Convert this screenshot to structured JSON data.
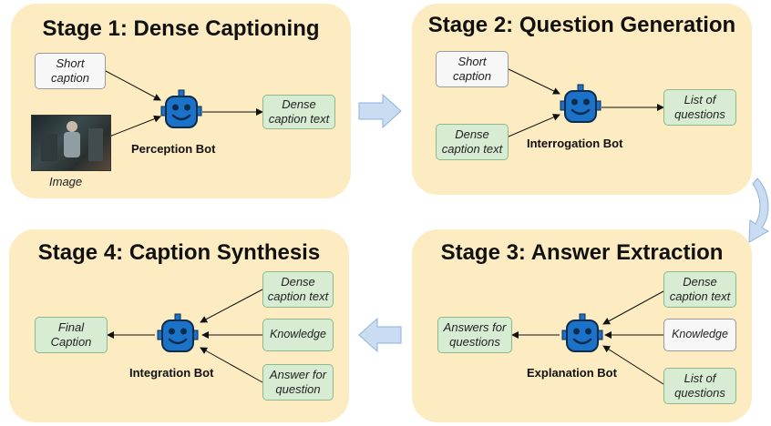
{
  "stage1": {
    "title": "Stage 1: Dense Captioning",
    "input_short": "Short caption",
    "image_label": "Image",
    "bot": "Perception Bot",
    "output": "Dense caption text"
  },
  "stage2": {
    "title": "Stage 2: Question Generation",
    "input_short": "Short caption",
    "input_dense": "Dense caption text",
    "bot": "Interrogation Bot",
    "output": "List of questions"
  },
  "stage3": {
    "title": "Stage 3:  Answer Extraction",
    "input_dense": "Dense caption text",
    "input_knowledge": "Knowledge",
    "input_questions": "List of questions",
    "bot": "Explanation Bot",
    "output": "Answers for questions"
  },
  "stage4": {
    "title": "Stage 4: Caption Synthesis",
    "input_dense": "Dense caption text",
    "input_knowledge": "Knowledge",
    "input_answer": "Answer for question",
    "bot": "Integration Bot",
    "output": "Final Caption"
  },
  "colors": {
    "panel": "#fdecc1",
    "green_box": "#d7ecd2",
    "gray_box": "#f7f7f7",
    "robot": "#1a73c8",
    "flow_arrow": "#c9dcf2"
  },
  "icons": [
    "robot-icon",
    "image-thumbnail",
    "flow-arrow-icon"
  ]
}
